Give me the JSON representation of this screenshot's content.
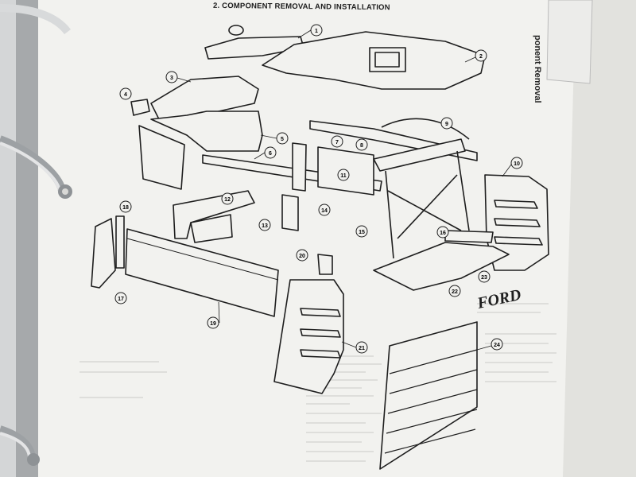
{
  "page": {
    "heading": "2. COMPONENT REMOVAL AND INSTALLATION",
    "tab_label": "ponent Removal"
  },
  "brand_badge": "FORD",
  "callouts": [
    "1",
    "2",
    "3",
    "4",
    "5",
    "6",
    "7",
    "8",
    "9",
    "10",
    "11",
    "12",
    "13",
    "14",
    "15",
    "16",
    "17",
    "18",
    "19",
    "20",
    "21",
    "22",
    "23",
    "24"
  ],
  "colors": {
    "paper": "#f2f2ef",
    "ink": "#1e1e1e",
    "binder_ring": "#b8bcbf",
    "background": "#c9c9c6"
  }
}
